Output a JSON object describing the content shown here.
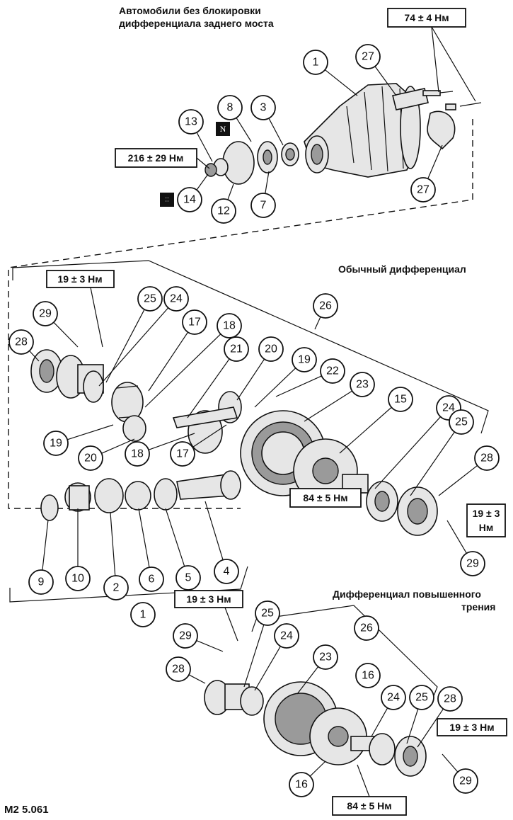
{
  "headings": {
    "no_lock": "Автомобили без блокировки\nдифференциала заднего моста",
    "conventional": "Обычный дифференциал",
    "lsd": "Дифференциал повышенного\nтрения"
  },
  "torques": {
    "t_74": "74 ± 4 Нм",
    "t_216": "216 ± 29 Нм",
    "t_19_a": "19 ± 3 Нм",
    "t_19_b": "19 ± 3\nНм",
    "t_84_a": "84 ± 5 Нм",
    "t_19_c": "19 ± 3 Нм",
    "t_19_d": "19 ± 3 Нм",
    "t_84_b": "84 ± 5 Нм"
  },
  "callouts": {
    "c1": "1",
    "c27a": "27",
    "c8": "8",
    "c3": "3",
    "c13": "13",
    "c7": "7",
    "c14": "14",
    "c12": "12",
    "c27b": "27",
    "c25a": "25",
    "c24a": "24",
    "c26a": "26",
    "c29a": "29",
    "c17a": "17",
    "c18a": "18",
    "c28a": "28",
    "c21": "21",
    "c20a": "20",
    "c19a": "19",
    "c22": "22",
    "c23a": "23",
    "c15": "15",
    "c24b": "24",
    "c25b": "25",
    "c19b": "19",
    "c20b": "20",
    "c18b": "18",
    "c17b": "17",
    "c28b": "28",
    "c29b": "29",
    "c9": "9",
    "c10": "10",
    "c2": "2",
    "c6": "6",
    "c5": "5",
    "c4": "4",
    "c1b": "1",
    "c26b": "26",
    "c29c": "29",
    "c25c": "25",
    "c28c": "28",
    "c24c": "24",
    "c23b": "23",
    "c16a": "16",
    "c24d": "24",
    "c25d": "25",
    "c28d": "28",
    "c29d": "29",
    "c16b": "16"
  },
  "markers": {
    "m_n": "N",
    "m_dot": "::"
  },
  "footer_code": "M2 5.061"
}
